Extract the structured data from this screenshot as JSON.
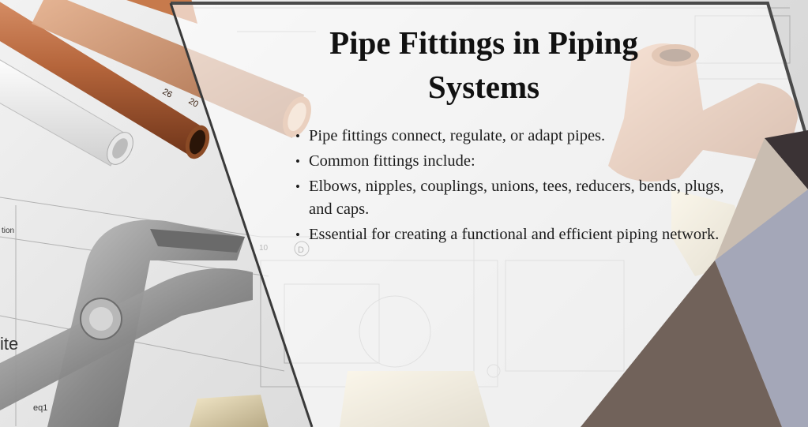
{
  "slide": {
    "title": "Pipe Fittings in Piping Systems",
    "bullets": [
      "Pipe fittings connect, regulate, or adapt pipes.",
      "Common fittings include:",
      "Elbows, nipples, couplings, unions, tees, reducers, bends, plugs, and caps.",
      "Essential for creating a functional and efficient piping network."
    ],
    "photo_labels": {
      "blueprint_fragment_left": "tion",
      "blueprint_fragment_ite": "ite",
      "blueprint_eq": "eq1",
      "pipe_mark_1": "26",
      "pipe_mark_2": "20",
      "dimension_10": "10",
      "circle_label": "D"
    },
    "colors": {
      "dark_corner": "#3b3335",
      "taupe": "#c9bdb1",
      "slate": "#a4a7b8",
      "brown": "#71625a",
      "copper": "#b06a3e"
    }
  }
}
